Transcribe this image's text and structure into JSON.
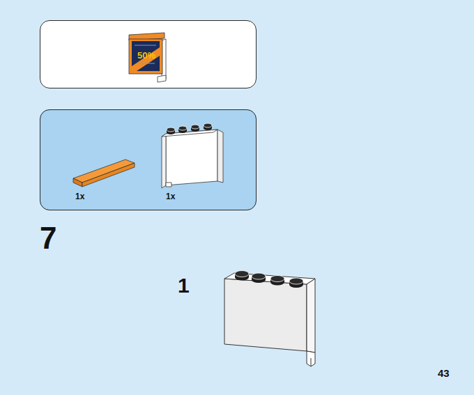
{
  "diagram": {
    "nodes": [
      {
        "text": [
          "50%"
        ]
      },
      {
        "text": [
          "1x",
          "1x"
        ]
      }
    ],
    "labels": [
      "7",
      "1",
      "43"
    ]
  }
}
